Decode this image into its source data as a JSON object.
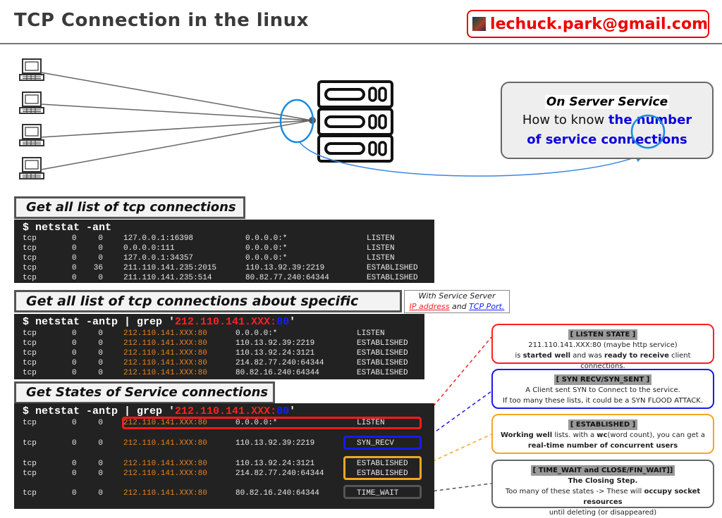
{
  "header": {
    "title": "TCP Connection in the linux",
    "email": "lechuck.park@gmail.com"
  },
  "diagram": {
    "clients": [
      "laptop-icon",
      "laptop-icon",
      "laptop-icon",
      "laptop-icon"
    ],
    "server_icon": "server-rack-icon",
    "server_led_label": "00"
  },
  "info_box": {
    "title": "On Server Service",
    "line_prefix": "How to know ",
    "highlight_1": "the number",
    "highlight_2": "of service connections"
  },
  "section1": {
    "label": "Get all list of tcp connections",
    "command": "$ netstat -ant",
    "rows": [
      {
        "proto": "tcp",
        "recvq": "0",
        "sendq": "0",
        "local": "127.0.0.1:16398",
        "foreign": "0.0.0.0:*",
        "state": "LISTEN"
      },
      {
        "proto": "tcp",
        "recvq": "0",
        "sendq": "0",
        "local": "0.0.0.0:111",
        "foreign": "0.0.0.0:*",
        "state": "LISTEN"
      },
      {
        "proto": "tcp",
        "recvq": "0",
        "sendq": "0",
        "local": "127.0.0.1:34357",
        "foreign": "0.0.0.0:*",
        "state": "LISTEN"
      },
      {
        "proto": "tcp",
        "recvq": "0",
        "sendq": "36",
        "local": "211.110.141.235:2015",
        "foreign": "110.13.92.39:2219",
        "state": "ESTABLISHED"
      },
      {
        "proto": "tcp",
        "recvq": "0",
        "sendq": "0",
        "local": "211.110.141.235:514",
        "foreign": "80.82.77.240:64344",
        "state": "ESTABLISHED"
      }
    ]
  },
  "section2": {
    "label": "Get all list of tcp connections about specific service",
    "note_line1": "With Service Server",
    "note_ip": "IP address",
    "note_and": " and ",
    "note_port": "TCP Port.",
    "command_prefix": "$ netstat -antp | grep '",
    "command_ip": "212.110.141.XXX:",
    "command_port": "80",
    "command_suffix": "'",
    "rows": [
      {
        "proto": "tcp",
        "recvq": "0",
        "sendq": "0",
        "local": "212.110.141.XXX:80",
        "foreign": "0.0.0.0:*",
        "state": "LISTEN"
      },
      {
        "proto": "tcp",
        "recvq": "0",
        "sendq": "0",
        "local": "212.110.141.XXX:80",
        "foreign": "110.13.92.39:2219",
        "state": "ESTABLISHED"
      },
      {
        "proto": "tcp",
        "recvq": "0",
        "sendq": "0",
        "local": "212.110.141.XXX:80",
        "foreign": "110.13.92.24:3121",
        "state": "ESTABLISHED"
      },
      {
        "proto": "tcp",
        "recvq": "0",
        "sendq": "0",
        "local": "212.110.141.XXX:80",
        "foreign": "214.82.77.240:64344",
        "state": "ESTABLISHED"
      },
      {
        "proto": "tcp",
        "recvq": "0",
        "sendq": "0",
        "local": "212.110.141.XXX:80",
        "foreign": "80.82.16.240:64344",
        "state": "ESTABLISHED"
      }
    ]
  },
  "section3": {
    "label": "Get States of Service connections",
    "command_prefix": "$ netstat -antp | grep '",
    "command_ip": "212.110.141.XXX:",
    "command_port": "80",
    "command_suffix": "'",
    "rows": [
      {
        "proto": "tcp",
        "recvq": "0",
        "sendq": "0",
        "local": "212.110.141.XXX:80",
        "foreign": "0.0.0.0:*",
        "state": "LISTEN"
      },
      {
        "proto": "tcp",
        "recvq": "0",
        "sendq": "0",
        "local": "212.110.141.XXX:80",
        "foreign": "110.13.92.39:2219",
        "state": "SYN_RECV"
      },
      {
        "proto": "tcp",
        "recvq": "0",
        "sendq": "0",
        "local": "212.110.141.XXX:80",
        "foreign": "110.13.92.24:3121",
        "state": "ESTABLISHED"
      },
      {
        "proto": "tcp",
        "recvq": "0",
        "sendq": "0",
        "local": "212.110.141.XXX:80",
        "foreign": "214.82.77.240:64344",
        "state": "ESTABLISHED"
      },
      {
        "proto": "tcp",
        "recvq": "0",
        "sendq": "0",
        "local": "212.110.141.XXX:80",
        "foreign": "80.82.16.240:64344",
        "state": "TIME_WAIT"
      }
    ]
  },
  "callouts": {
    "listen": {
      "title": "[ LISTEN STATE ]",
      "line1": "211.110.141.XXX:80 (maybe http service)",
      "l2a": "is ",
      "l2b": "started well",
      "l2c": " and was ",
      "l2d": "ready to receive",
      "l2e": " client connections.",
      "color": "#ff2020"
    },
    "syn": {
      "title": "[ SYN RECV/SYN_SENT ]",
      "line1": "A Client sent SYN to Connect to the service.",
      "line2": "If too many these lists, it could be a SYN FLOOD ATTACK.",
      "color": "#1a1aee"
    },
    "established": {
      "title": "[ ESTABLISHED ]",
      "l1a": "Working well",
      "l1b": " lists. with a ",
      "l1c": "wc",
      "l1d": "(word count), you can get a",
      "line2": "real-time number of concurrent users",
      "color": "#f5a623"
    },
    "timewait": {
      "title": "[ TIME_WAIT and CLOSE/FIN_WAIT]]",
      "line1": "The Closing Step.",
      "l2a": "Too many of these states -> These will ",
      "l2b": "occupy socket resources",
      "line3": "until deleting (or disappeared)",
      "color": "#555555"
    }
  },
  "colors": {
    "accent_blue": "#1a8be0",
    "terminal_bg": "#222222",
    "ip_orange": "#e8821e"
  }
}
